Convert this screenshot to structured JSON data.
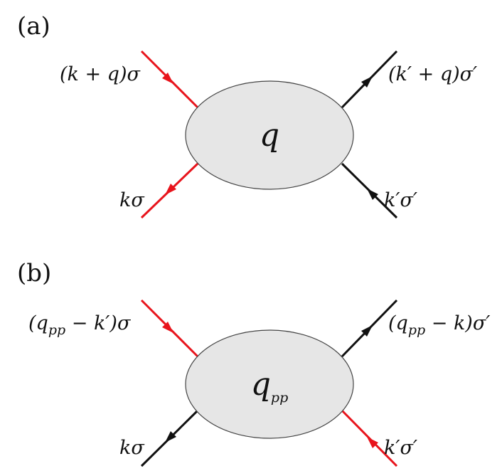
{
  "colors": {
    "red": "#e8141c",
    "black": "#111111",
    "blob_fill": "#e6e6e6"
  },
  "panels": {
    "a": {
      "label": "(a)",
      "center": "q",
      "top_left": "(k + q)σ",
      "top_right": "(k′ + q)σ′",
      "bottom_left": "kσ",
      "bottom_right": "k′σ′"
    },
    "b": {
      "label": "(b)",
      "center_base": "q",
      "center_sub": "pp",
      "top_left_pre": "(q",
      "top_left_sub": "pp",
      "top_left_post": " − k′)σ",
      "top_right_pre": "(q",
      "top_right_sub": "pp",
      "top_right_post": " − k)σ′",
      "bottom_left": "kσ",
      "bottom_right": "k′σ′"
    }
  }
}
